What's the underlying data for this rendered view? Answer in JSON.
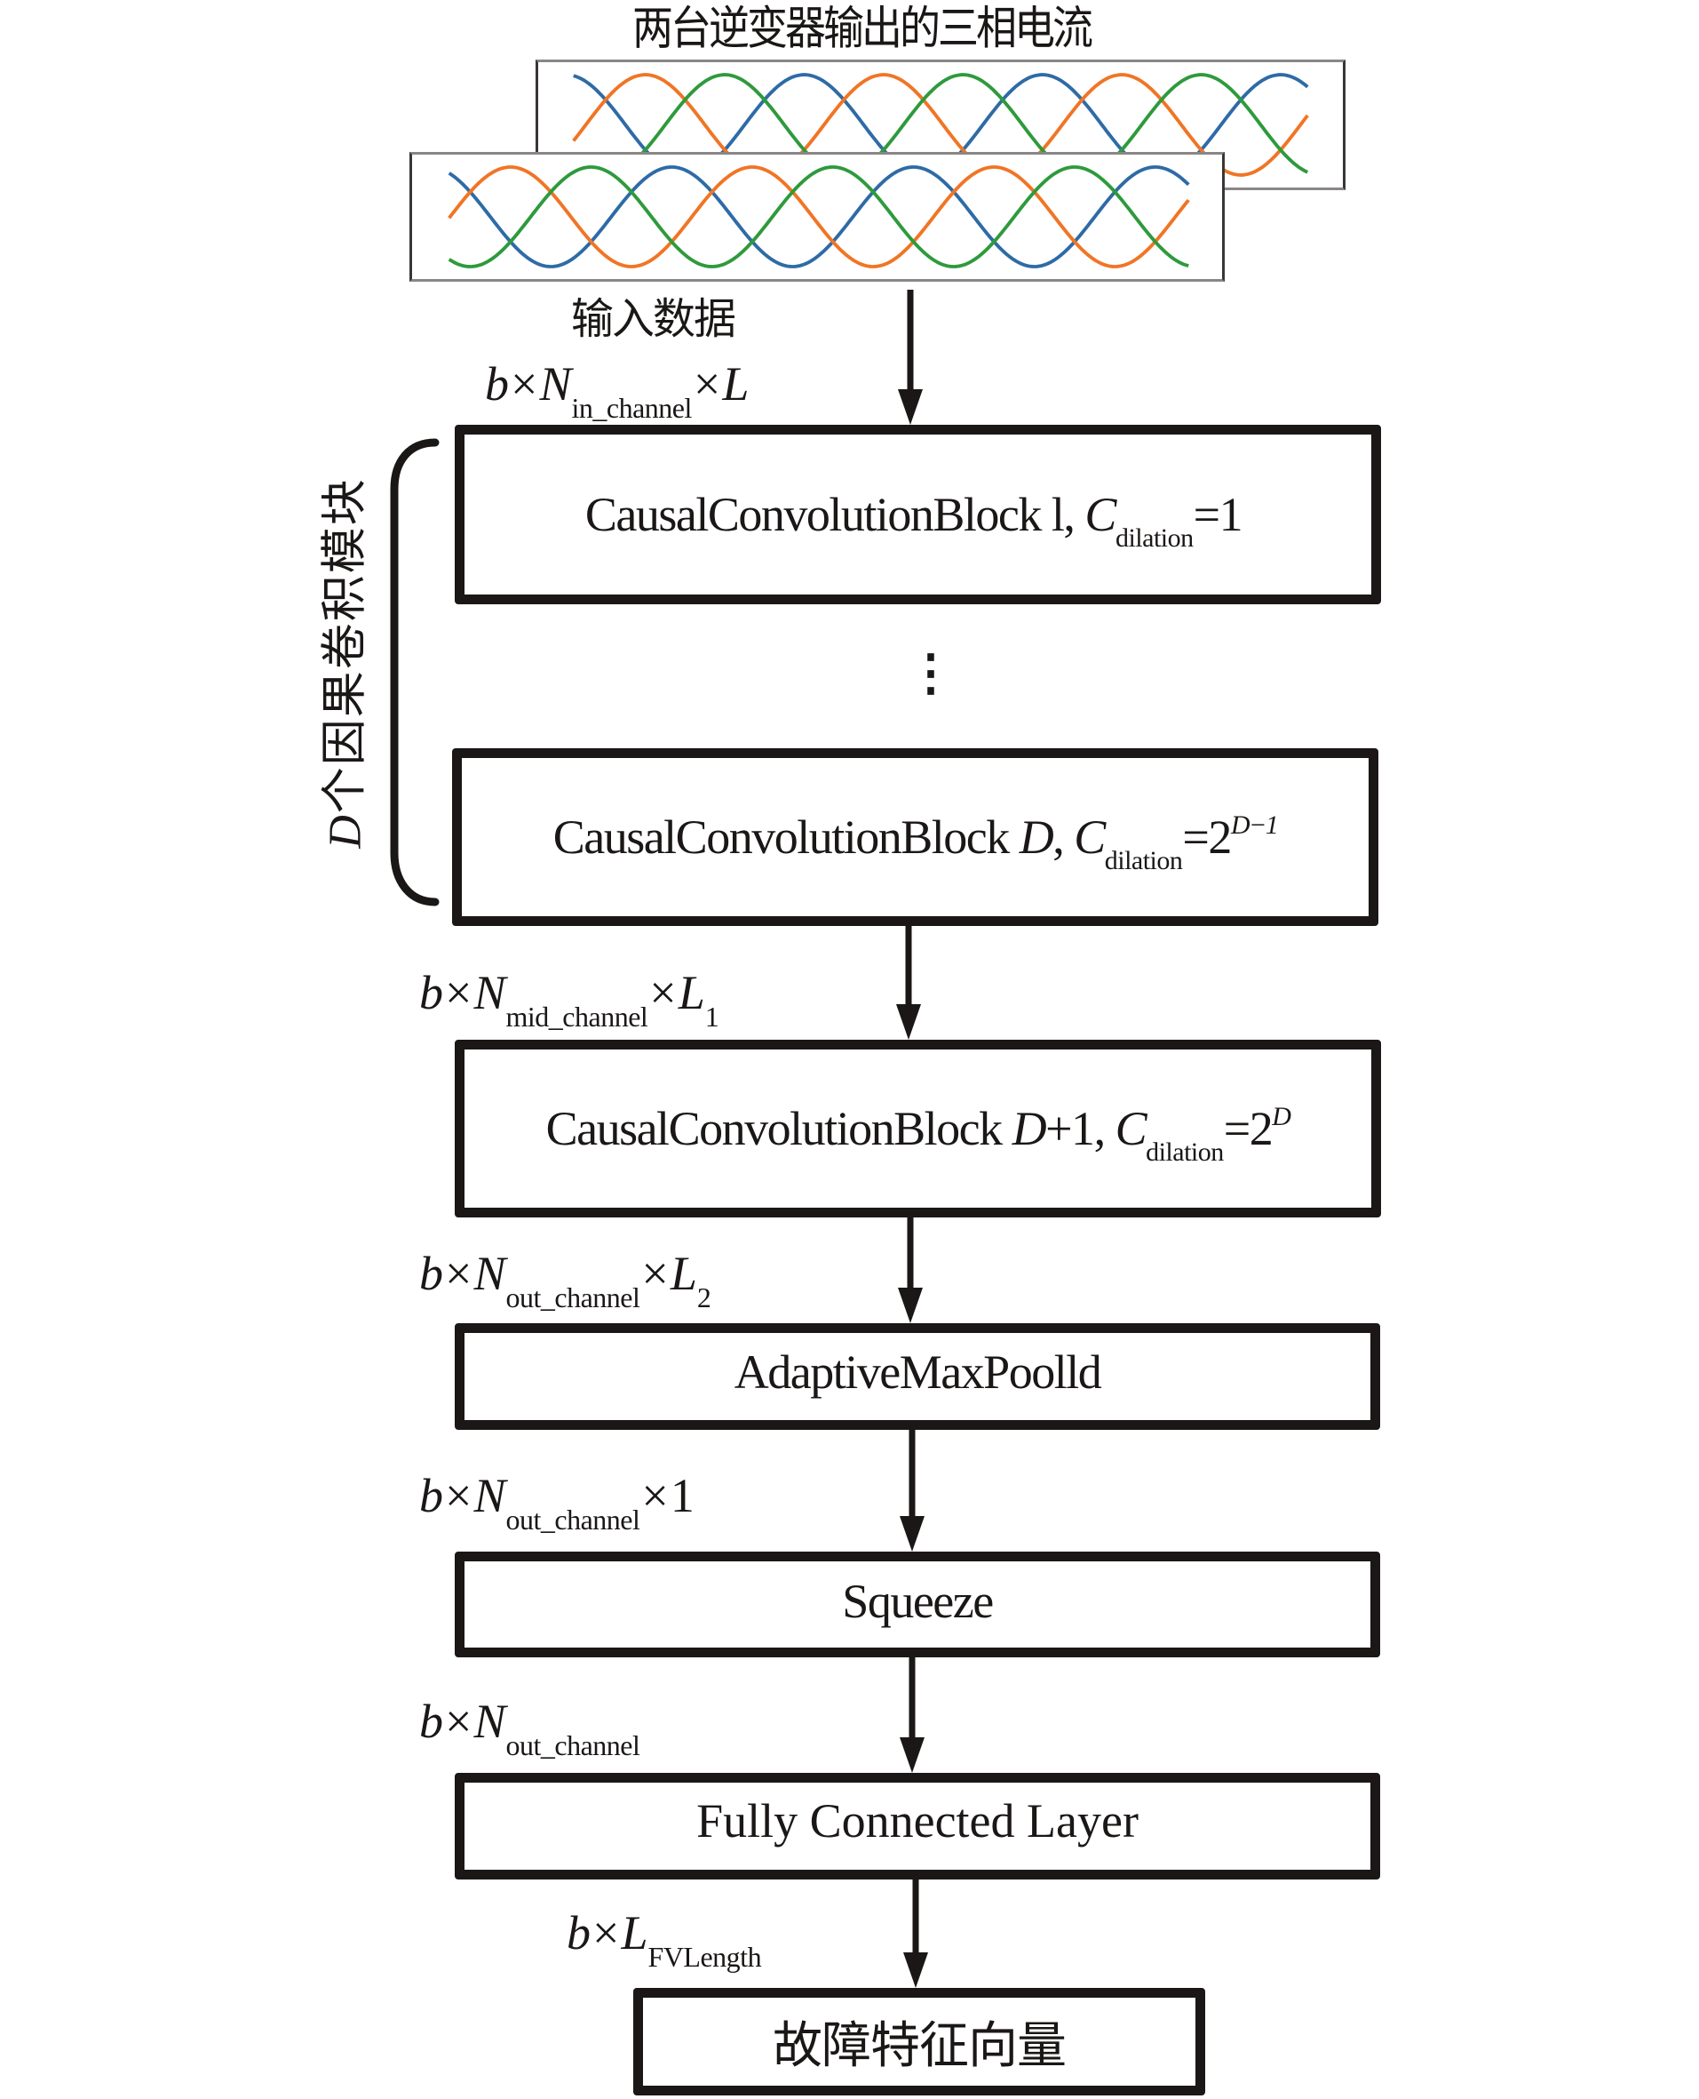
{
  "diagram": {
    "source_title": "两台逆变器输出的三相电流",
    "input_label": "输入数据",
    "waveform_colors": {
      "phase_a": "#2e6ba6",
      "phase_b": "#f07525",
      "phase_c": "#2e9a3c"
    },
    "group_label": {
      "var": "D",
      "text": "个因果卷积模块"
    },
    "ellipsis": "⋮",
    "dims": [
      {
        "pre": "b",
        "times1": "×",
        "var": "N",
        "sub": "in_channel",
        "times2": "×",
        "post": "L",
        "post_sub": ""
      },
      {
        "pre": "b",
        "times1": "×",
        "var": "N",
        "sub": "mid_channel",
        "times2": "×",
        "post": "L",
        "post_sub": "1"
      },
      {
        "pre": "b",
        "times1": "×",
        "var": "N",
        "sub": "out_channel",
        "times2": "×",
        "post": "L",
        "post_sub": "2"
      },
      {
        "pre": "b",
        "times1": "×",
        "var": "N",
        "sub": "out_channel",
        "times2": "×",
        "post": "1",
        "post_sub": ""
      },
      {
        "pre": "b",
        "times1": "×",
        "var": "N",
        "sub": "out_channel",
        "times2": "",
        "post": "",
        "post_sub": ""
      },
      {
        "pre": "b",
        "times1": "×",
        "var": "L",
        "sub": "FVLength",
        "times2": "",
        "post": "",
        "post_sub": ""
      }
    ],
    "blocks": [
      {
        "name": "CausalConvolutionBlock",
        "index": "l",
        "index_italic": false,
        "sep": ", ",
        "c": "C",
        "c_sub": "dilation",
        "eq": "=1",
        "sup": ""
      },
      {
        "name": "CausalConvolutionBlock",
        "index": "D",
        "index_italic": true,
        "sep": ", ",
        "c": "C",
        "c_sub": "dilation",
        "eq": "=2",
        "sup": "D−1"
      },
      {
        "name": "CausalConvolutionBlock",
        "index": "D",
        "index_italic": true,
        "index_suffix": "+1",
        "sep": ", ",
        "c": "C",
        "c_sub": "dilation",
        "eq": "=2",
        "sup": "D"
      }
    ],
    "pool_label": "AdaptiveMaxPoolld",
    "squeeze_label": "Squeeze",
    "fc_label": "Fully Connected Layer",
    "output_label": "故障特征向量"
  }
}
